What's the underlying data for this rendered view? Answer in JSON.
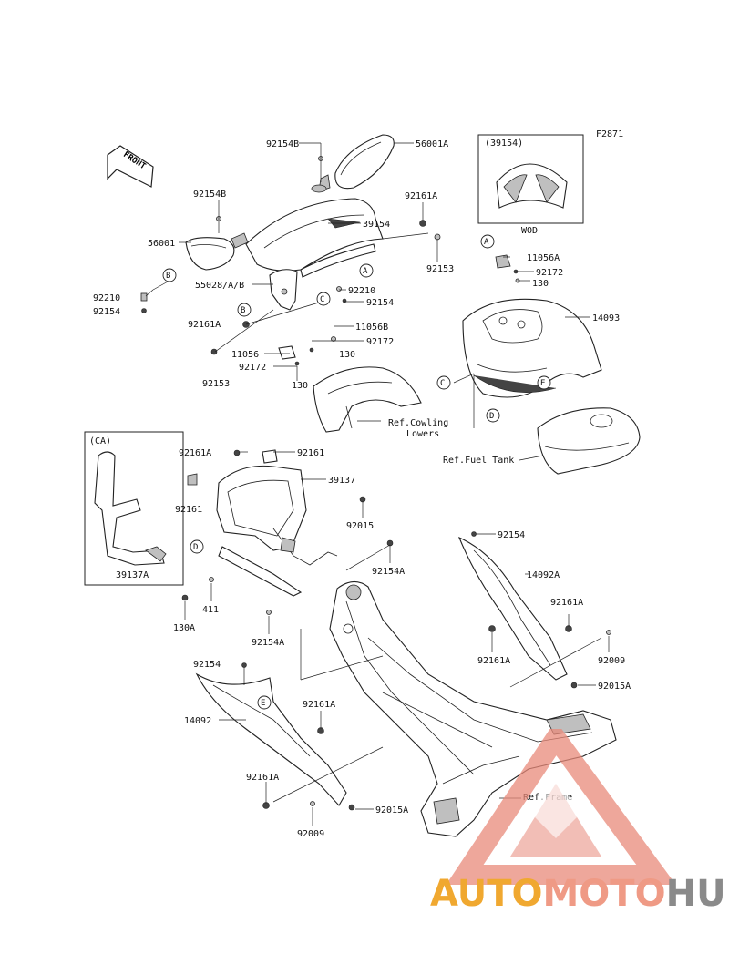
{
  "figure_code": "F2871",
  "front_marker": "FRONT",
  "inset_wod": {
    "code": "(39154)",
    "label": "WOD"
  },
  "inset_ca": {
    "code": "(CA)",
    "part": "39137A"
  },
  "callouts": {
    "A": "A",
    "B": "B",
    "C": "C",
    "D": "D",
    "E": "E"
  },
  "refs": {
    "cowling": "Ref.Cowling",
    "cowling2": "Lowers",
    "fuel_tank": "Ref.Fuel Tank",
    "frame": "Ref.Frame"
  },
  "parts": {
    "p92154B_top": "92154B",
    "p56001A": "56001A",
    "p92154B_left": "92154B",
    "p92161A_top": "92161A",
    "p39154": "39154",
    "p56001": "56001",
    "p92153_r": "92153",
    "p55028": "55028/A/B",
    "p92210_m": "92210",
    "p92154_m": "92154",
    "p92210_l": "92210",
    "p92154_l": "92154",
    "p92161A_l": "92161A",
    "p11056B": "11056B",
    "p92172_m": "92172",
    "p11056": "11056",
    "p130_m": "130",
    "p92172_l": "92172",
    "p92153_l": "92153",
    "p130_b": "130",
    "p11056A": "11056A",
    "p92172_r": "92172",
    "p130_r": "130",
    "p14093": "14093",
    "p92161A_c": "92161A",
    "p92161_c": "92161",
    "p39137": "39137",
    "p92161_l": "92161",
    "p92015": "92015",
    "p92154A_r": "92154A",
    "p411": "411",
    "p130A": "130A",
    "p92154A_b": "92154A",
    "p92154_r": "92154",
    "p14092A": "14092A",
    "p92161A_r1": "92161A",
    "p92161A_r2": "92161A",
    "p92009_r": "92009",
    "p92015A_r": "92015A",
    "p92154_bl": "92154",
    "p14092": "14092",
    "p92161A_bl": "92161A",
    "p92161A_bl2": "92161A",
    "p92015A_b": "92015A",
    "p92009_b": "92009"
  },
  "watermark": {
    "auto": "AUTO",
    "moto": "MOTO",
    "hub": "HUB",
    "colors": {
      "auto": "#f0a830",
      "moto": "#ef9a85",
      "hub": "#8a8a8a",
      "triangle": "#e8897a"
    }
  }
}
